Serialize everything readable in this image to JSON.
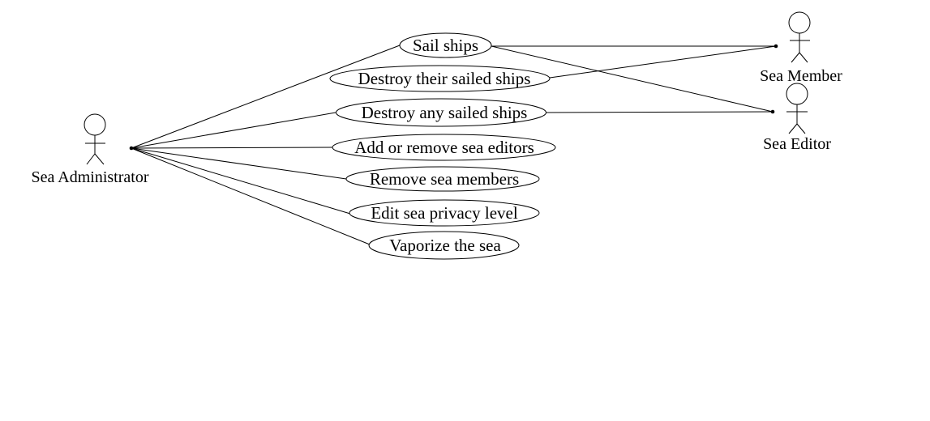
{
  "colors": {
    "stroke": "#000000",
    "background": "#ffffff",
    "text": "#000000"
  },
  "actors": [
    {
      "id": "admin",
      "name": "Sea Administrator"
    },
    {
      "id": "member",
      "name": "Sea Member"
    },
    {
      "id": "editor",
      "name": "Sea Editor"
    }
  ],
  "use_cases": [
    {
      "id": "sail",
      "label": "Sail ships"
    },
    {
      "id": "destroy_their",
      "label": "Destroy their sailed ships"
    },
    {
      "id": "destroy_any",
      "label": "Destroy any sailed ships"
    },
    {
      "id": "editors",
      "label": "Add or remove sea editors"
    },
    {
      "id": "members",
      "label": "Remove sea members"
    },
    {
      "id": "privacy",
      "label": "Edit sea privacy level"
    },
    {
      "id": "vaporize",
      "label": "Vaporize the sea"
    }
  ],
  "associations": [
    {
      "actor": "admin",
      "use_case": "sail"
    },
    {
      "actor": "admin",
      "use_case": "destroy_any"
    },
    {
      "actor": "admin",
      "use_case": "editors"
    },
    {
      "actor": "admin",
      "use_case": "members"
    },
    {
      "actor": "admin",
      "use_case": "privacy"
    },
    {
      "actor": "admin",
      "use_case": "vaporize"
    },
    {
      "actor": "member",
      "use_case": "sail"
    },
    {
      "actor": "member",
      "use_case": "destroy_their"
    },
    {
      "actor": "editor",
      "use_case": "sail"
    },
    {
      "actor": "editor",
      "use_case": "destroy_any"
    }
  ]
}
